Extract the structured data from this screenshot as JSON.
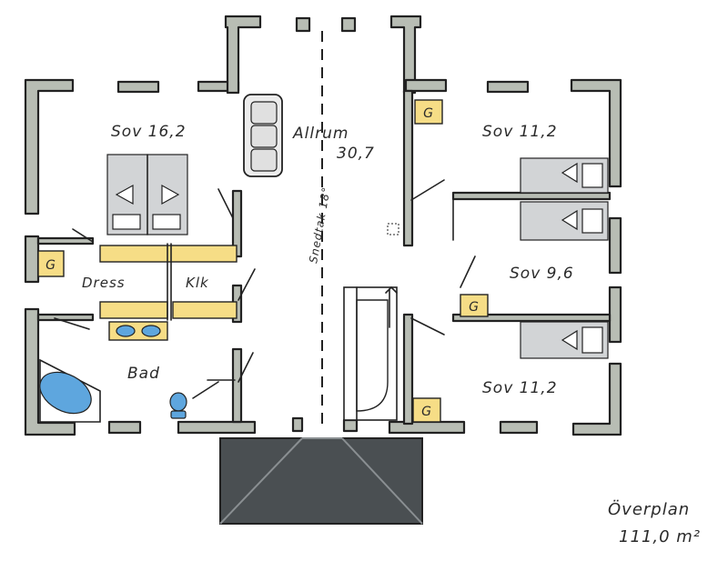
{
  "rooms": {
    "sov_master": "Sov 16,2",
    "allrum_name": "Allrum",
    "allrum_area": "30,7",
    "sov_top_right": "Sov 11,2",
    "sov_mid_right": "Sov 9,6",
    "sov_bottom_right": "Sov 11,2",
    "dress": "Dress",
    "klk": "Klk",
    "bad": "Bad"
  },
  "ceiling_note": "Snedtak 18°",
  "wardrobe_marker": "G",
  "plan_title": "Överplan",
  "plan_area": "111,0 m²",
  "colors": {
    "wall": "#b8bdb4",
    "fixture_yellow": "#f6dd86",
    "fixture_blue": "#5ea6de",
    "roof": "#4a4f52",
    "bed": "#d2d4d6"
  }
}
